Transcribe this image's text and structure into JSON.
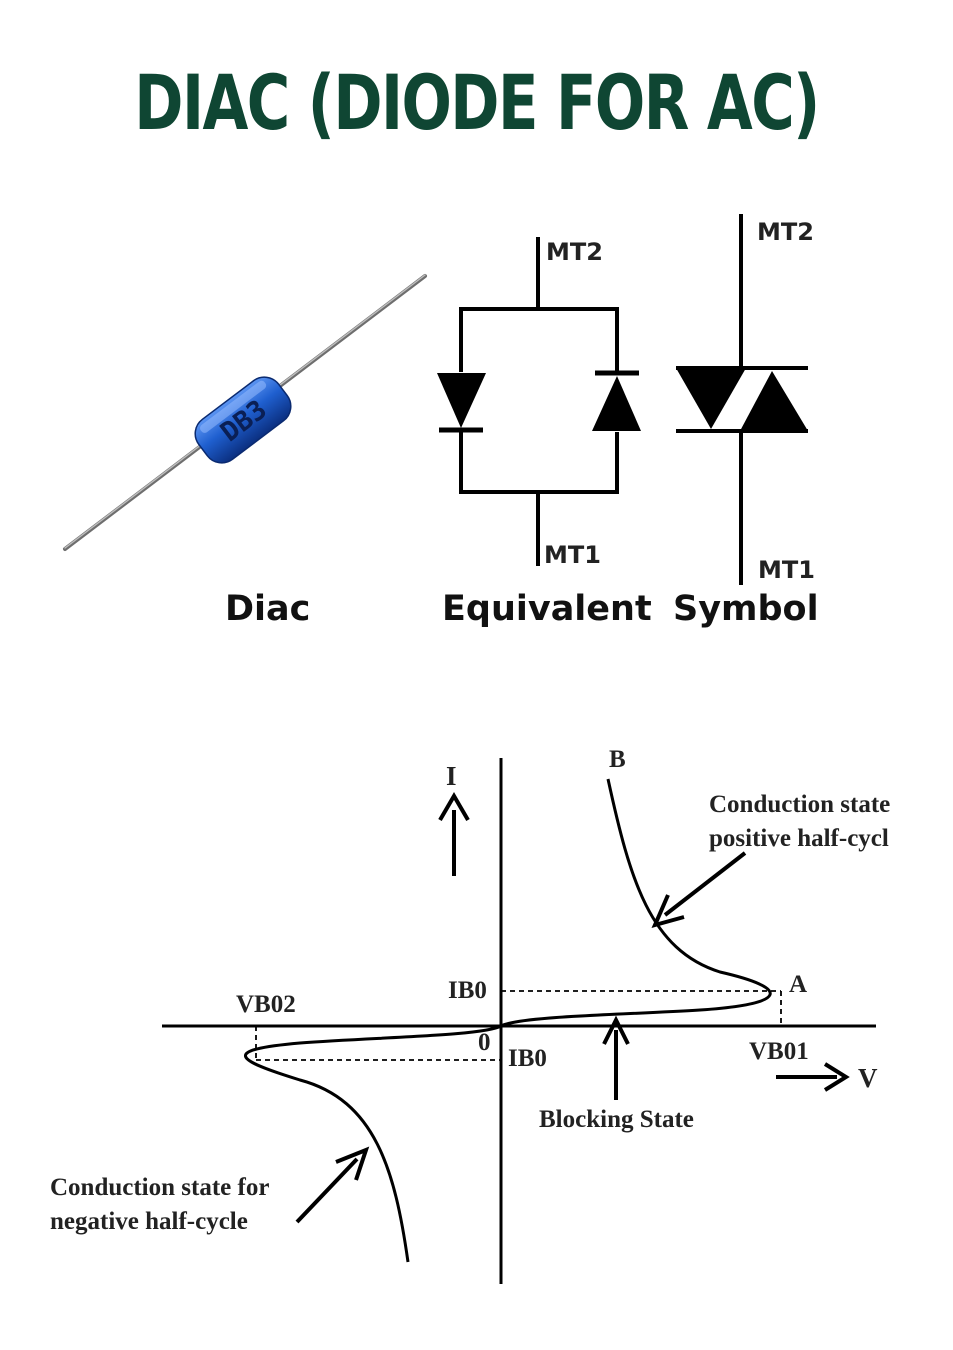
{
  "title": "DIAC (DIODE FOR AC)",
  "colors": {
    "title": "#0f4633",
    "ink": "#000000",
    "diac_body": "#1f5fcf"
  },
  "components": {
    "diac": {
      "caption": "Diac",
      "marking": "DB3"
    },
    "equivalent": {
      "caption": "Equivalent",
      "top_terminal": "MT2",
      "bottom_terminal": "MT1"
    },
    "symbol": {
      "caption": "Symbol",
      "top_terminal": "MT2",
      "bottom_terminal": "MT1"
    }
  },
  "graph": {
    "y_axis_label": "I",
    "x_axis_label": "V",
    "origin_label": "0",
    "point_a": "A",
    "point_b": "B",
    "ib0_positive": "IB0",
    "ib0_negative": "IB0",
    "vb01": "VB01",
    "vb02": "VB02",
    "pos_annotation_line1": "Conduction state",
    "pos_annotation_line2": "positive half-cycl",
    "neg_annotation_line1": "Conduction state for",
    "neg_annotation_line2": "negative half-cycle",
    "blocking_label": "Blocking State"
  }
}
